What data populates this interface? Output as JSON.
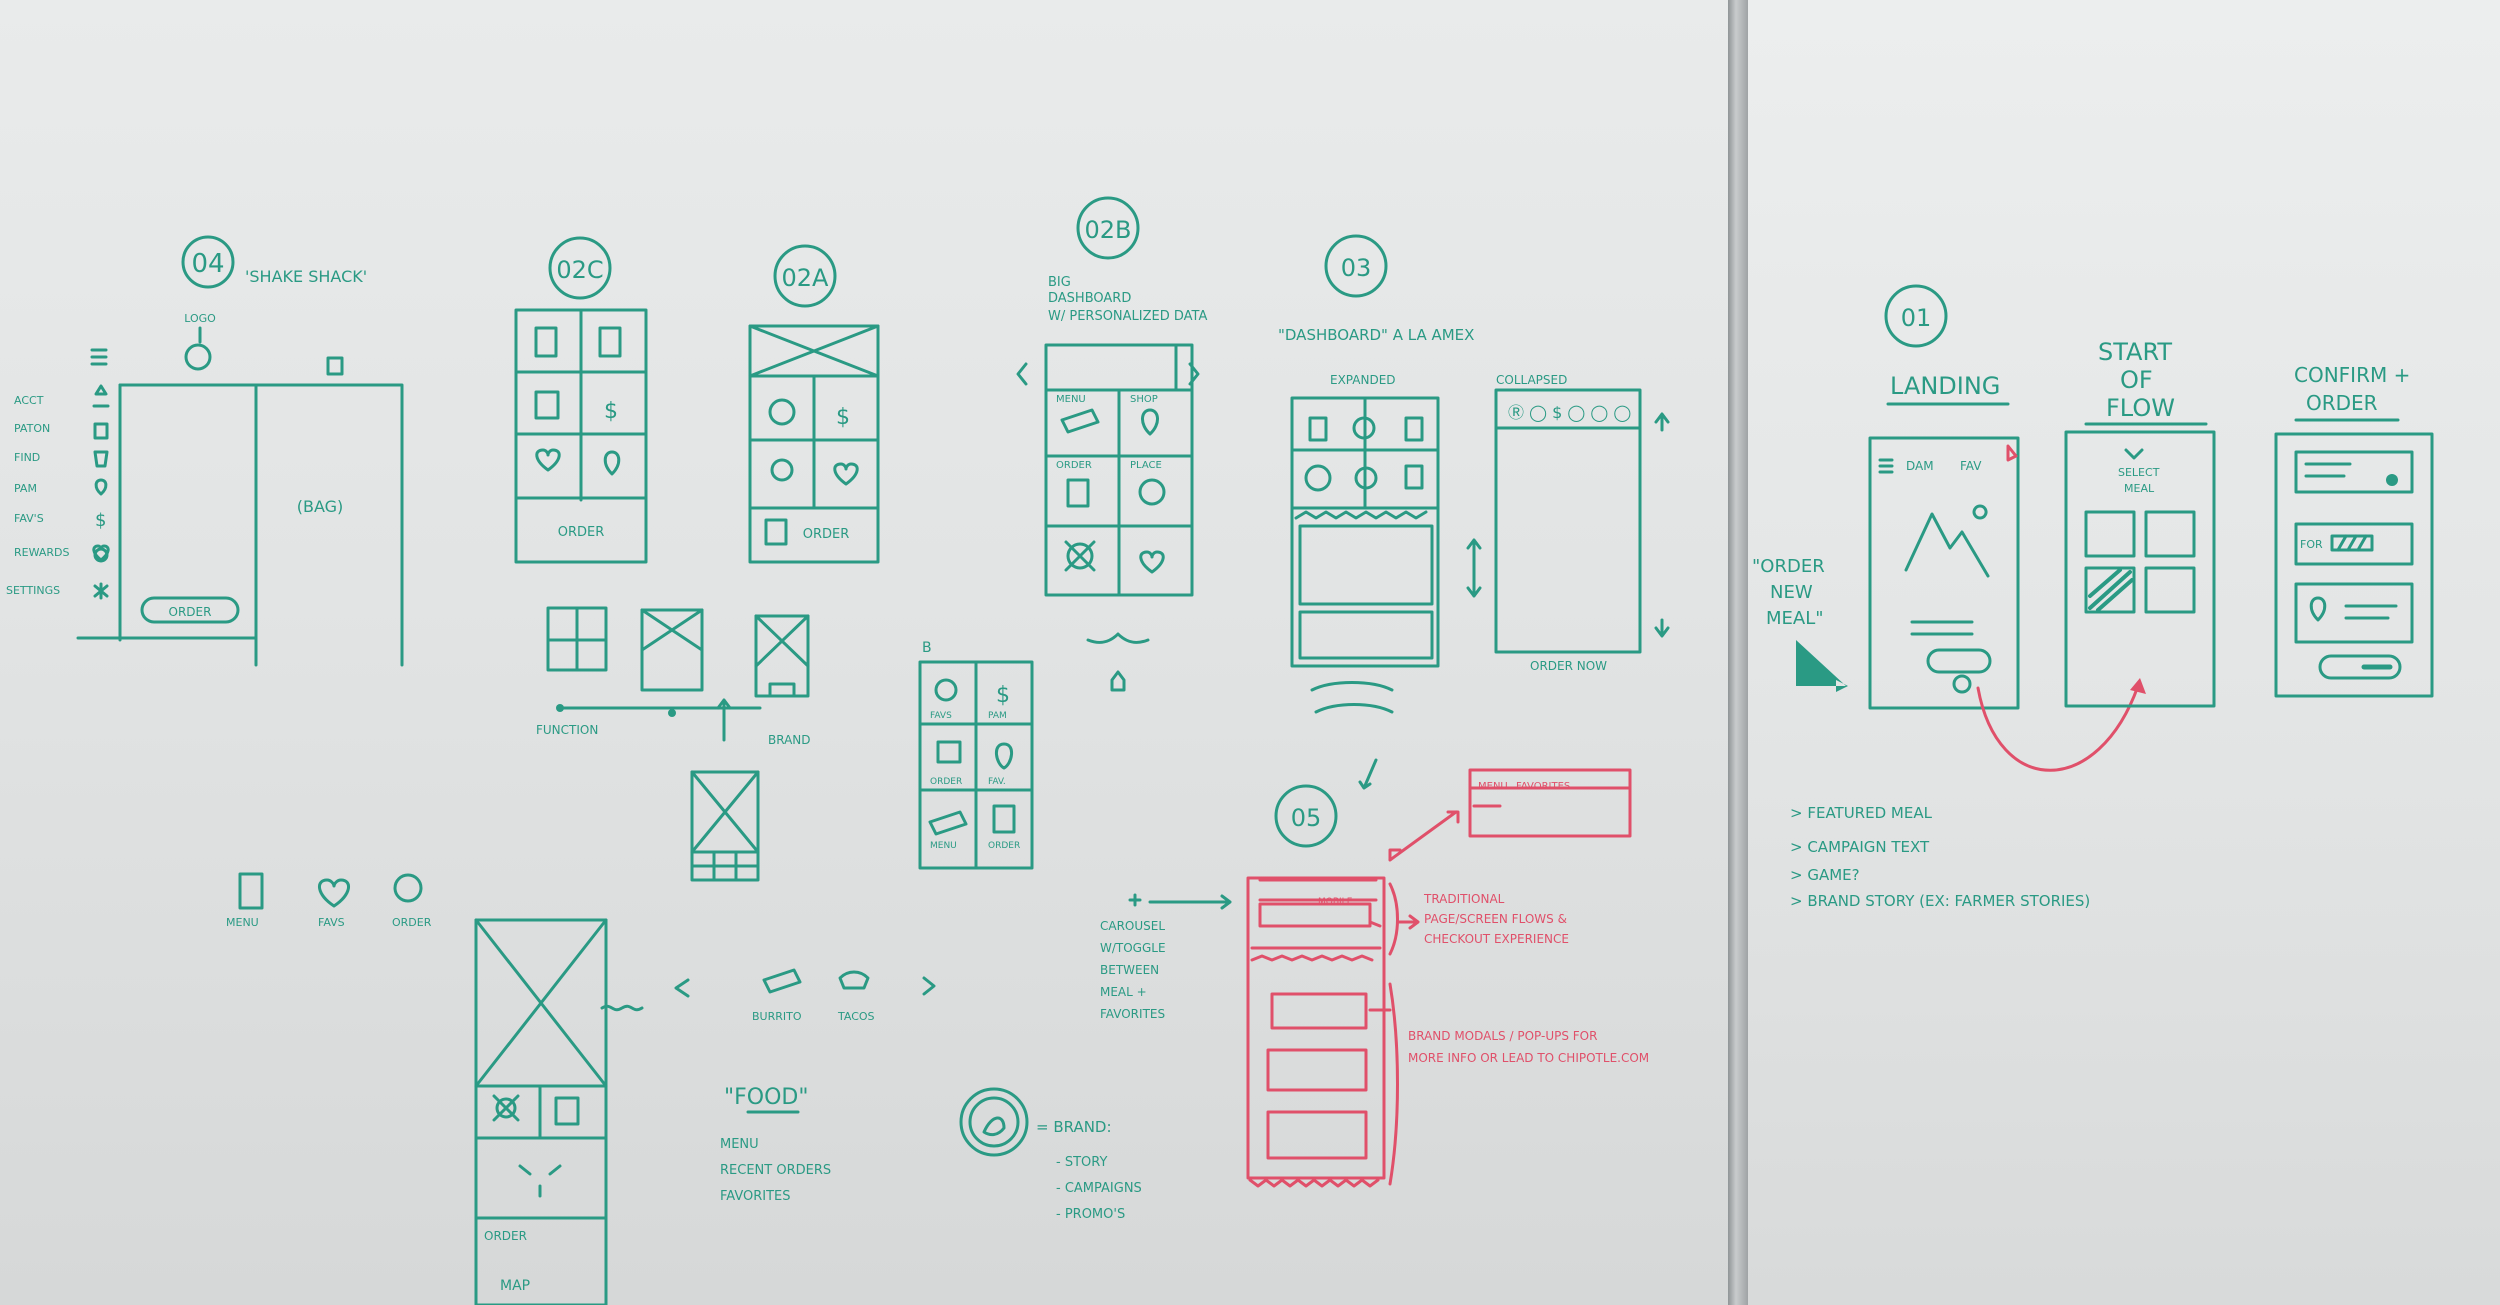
{
  "colors": {
    "green_marker": "#2a9a84",
    "red_marker": "#e0506a",
    "board": "#e5e7e7"
  },
  "sketches": {
    "s04": {
      "number": "04",
      "quote": "'SHAKE SHACK'",
      "logo": "LOGO",
      "menu_items": [
        "ACCT",
        "PATON",
        "FIND",
        "PAM",
        "FAV'S",
        "REWARDS",
        "SETTINGS"
      ],
      "bag": "(BAG)",
      "order": "ORDER"
    },
    "s02c": {
      "number": "02C",
      "order": "ORDER"
    },
    "s02a": {
      "number": "02A",
      "order": "ORDER"
    },
    "s02b": {
      "number": "02B",
      "caption": [
        "BIG",
        "DASHBOARD",
        "W/ PERSONALIZED DATA"
      ],
      "tiles": [
        "MENU",
        "SHOP",
        "ORDER",
        "PLACE",
        "",
        ""
      ]
    },
    "s03": {
      "number": "03",
      "caption": "\"DASHBOARD\" A LA AMEX",
      "expanded": "EXPANDED",
      "collapsed": "COLLAPSED",
      "collapsed_icons": "Ⓡ ◯ $ ◯ ◯ ◯",
      "order_now": "ORDER NOW"
    },
    "axis": {
      "left": "FUNCTION",
      "right": "BRAND"
    },
    "small_grid": {
      "label": "B",
      "tiles": [
        "FAVS",
        "PAM",
        "ORDER",
        "FAV.",
        "MENU",
        "ORDER"
      ]
    },
    "icons_row": [
      "MENU",
      "FAVS",
      "ORDER"
    ],
    "food": {
      "items": [
        "BURRITO",
        "TACOS"
      ],
      "title": "\"FOOD\"",
      "list": [
        "MENU",
        "RECENT ORDERS",
        "FAVORITES"
      ],
      "map": "MAP",
      "tiles": [
        "ORDER",
        ""
      ]
    },
    "brand": {
      "title": "= BRAND:",
      "list": [
        "- STORY",
        "- CAMPAIGNS",
        "- PROMO'S"
      ]
    },
    "s05": {
      "number": "05",
      "carousel": [
        "CAROUSEL",
        "W/TOGGLE",
        "BETWEEN",
        "MEAL +",
        "FAVORITES"
      ],
      "tab_bar": [
        "MENU",
        "FAVORITES"
      ],
      "traditional": [
        "TRADITIONAL",
        "PAGE/SCREEN FLOWS &",
        "CHECKOUT EXPERIENCE"
      ],
      "brand_modals": [
        "BRAND MODALS / POP-UPS FOR",
        "MORE INFO OR LEAD TO CHIPOTLE.COM"
      ],
      "header": "MOBILE"
    },
    "s01": {
      "number": "01",
      "landing": "LANDING",
      "start_of_flow": [
        "START",
        "OF",
        "FLOW"
      ],
      "confirm_order": [
        "CONFIRM +",
        "ORDER"
      ],
      "order_new_meal": [
        "\"ORDER",
        "NEW",
        "MEAL\""
      ],
      "nav": [
        "DAM",
        "FAV"
      ],
      "select_meal": [
        "SELECT",
        "MEAL"
      ],
      "for_label": "FOR",
      "notes": [
        "> FEATURED MEAL",
        "> CAMPAIGN TEXT",
        "> GAME?",
        "> BRAND STORY (EX: FARMER STORIES)"
      ]
    }
  }
}
